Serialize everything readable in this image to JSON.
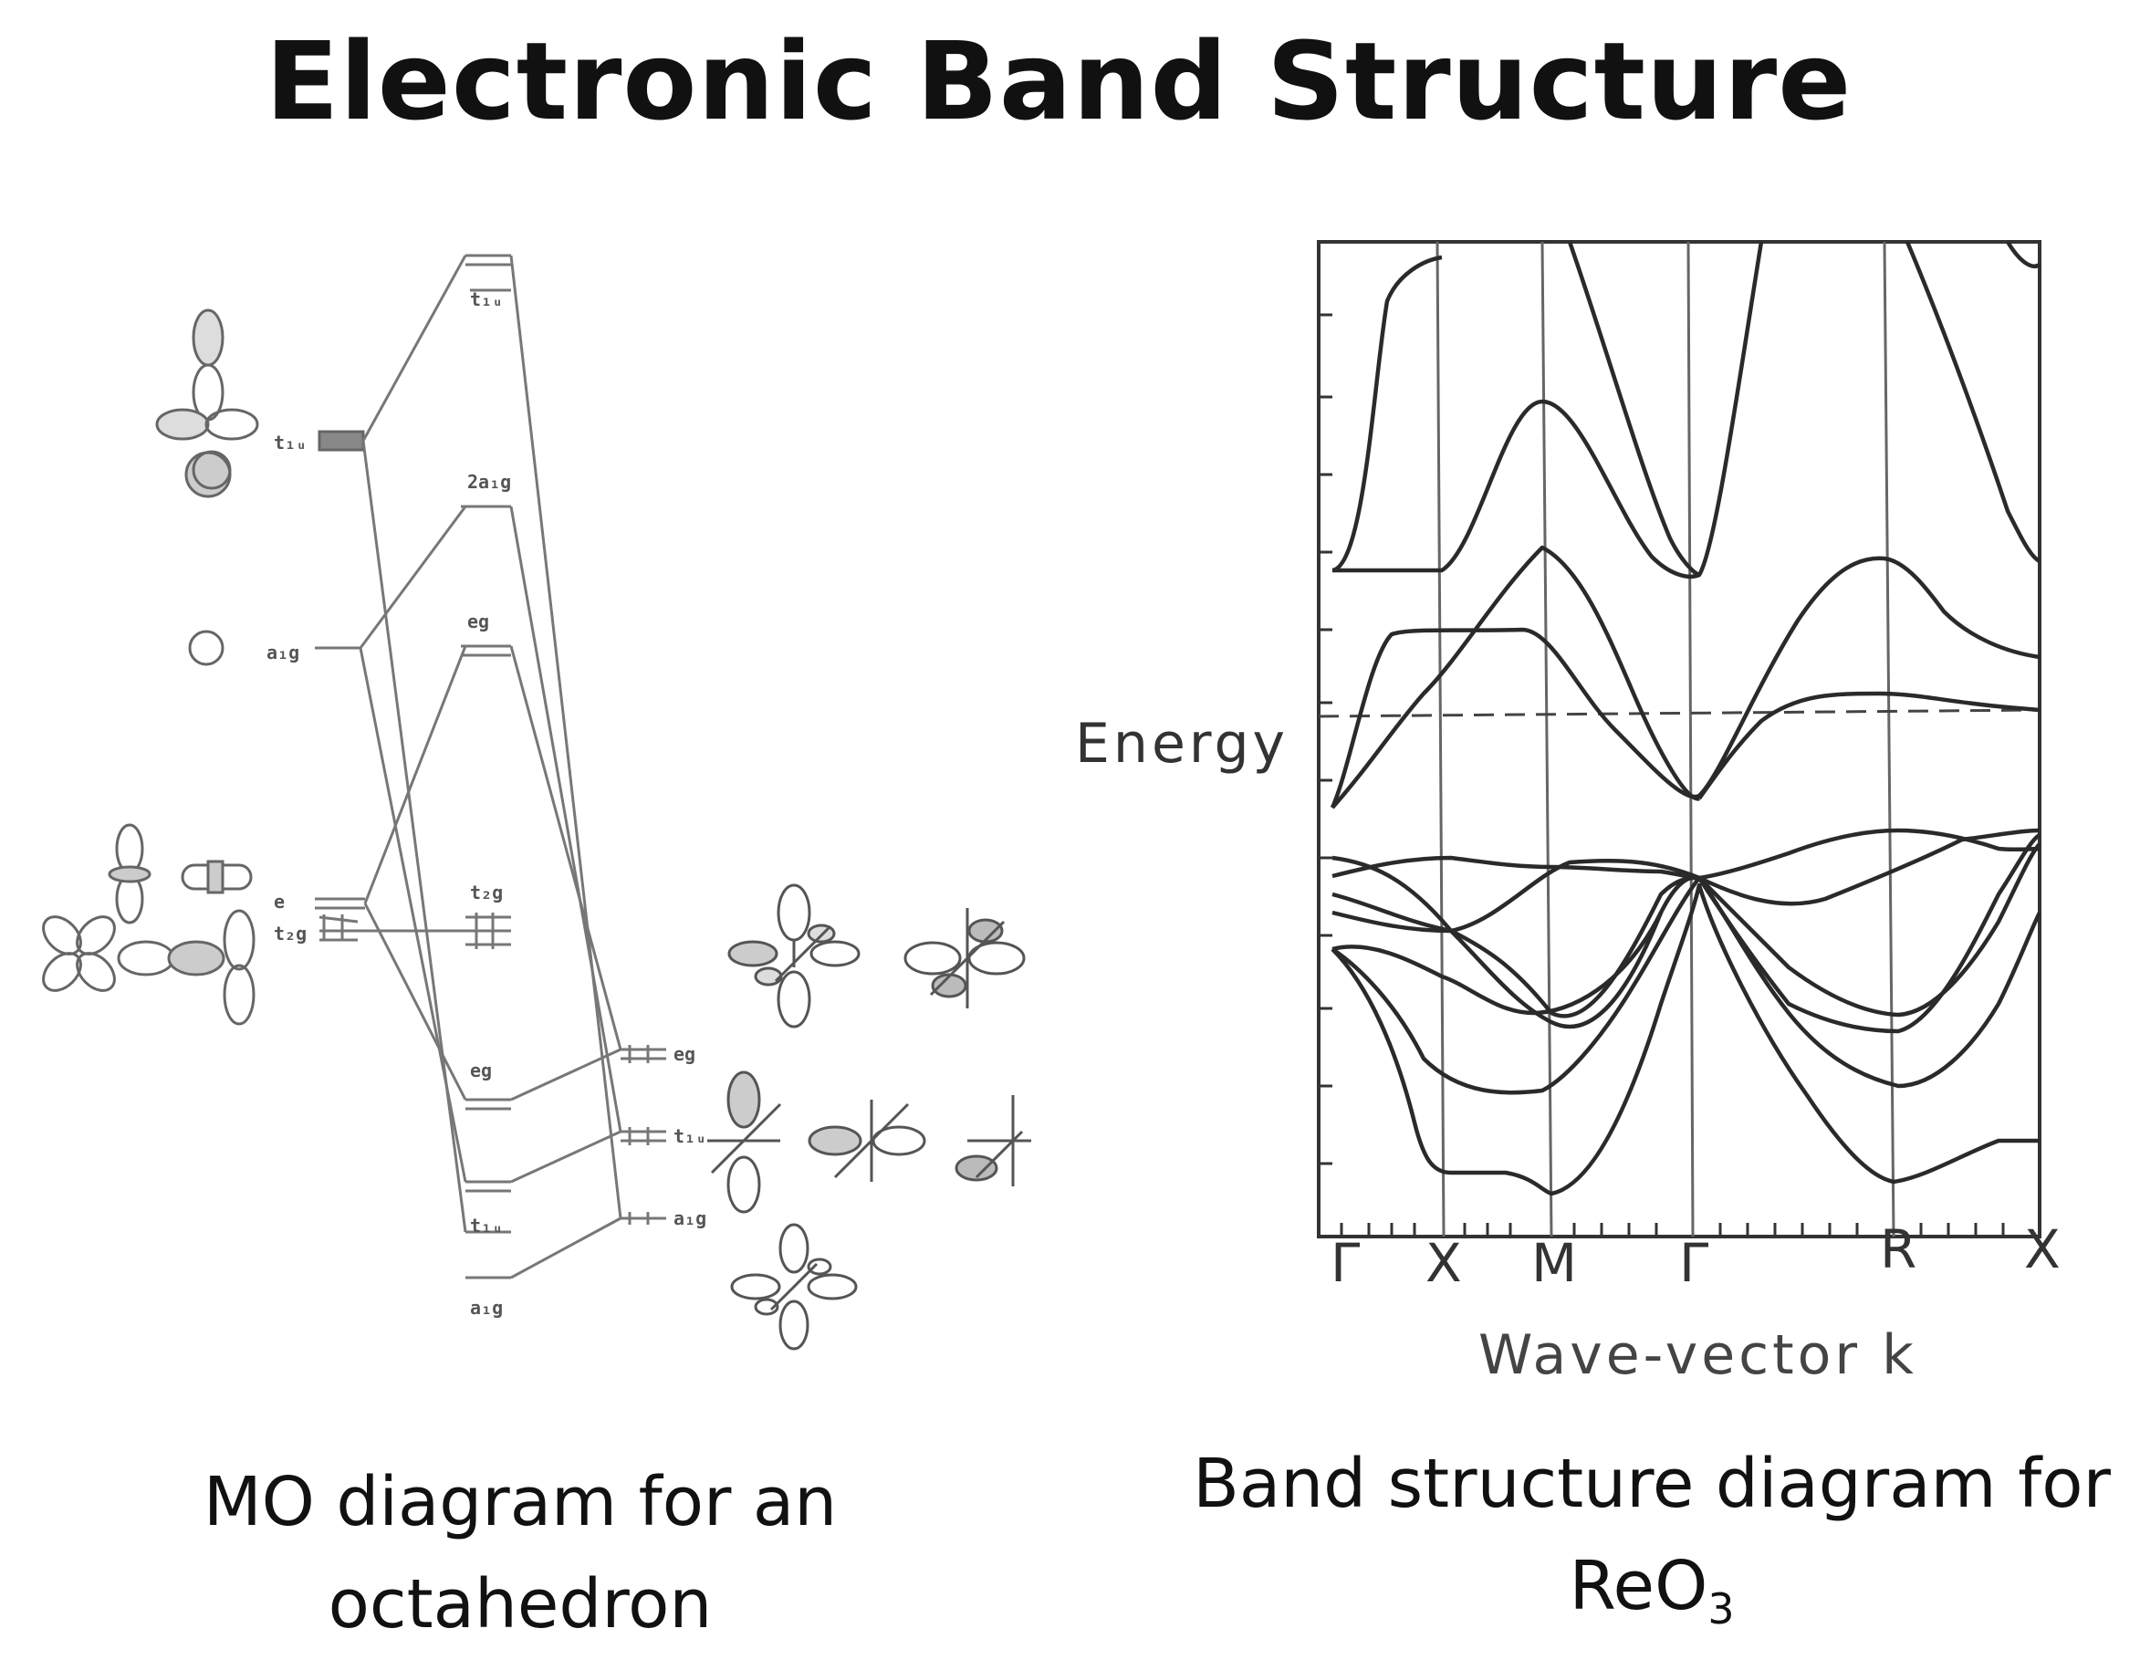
{
  "title": "Electronic Band Structure",
  "captions": {
    "left": "MO diagram for an octahedron",
    "right_main": "Band structure diagram for",
    "right_formula": "ReO",
    "right_formula_sub": "3"
  },
  "band_diagram": {
    "ylabel": "Energy",
    "xlabel": "Wave-vector k",
    "k_points": [
      "Γ",
      "X",
      "M",
      "Γ",
      "R",
      "X"
    ],
    "fermi_level": "dashed"
  },
  "colors": {
    "ink": "#2a2a2a",
    "grey": "#777777"
  }
}
